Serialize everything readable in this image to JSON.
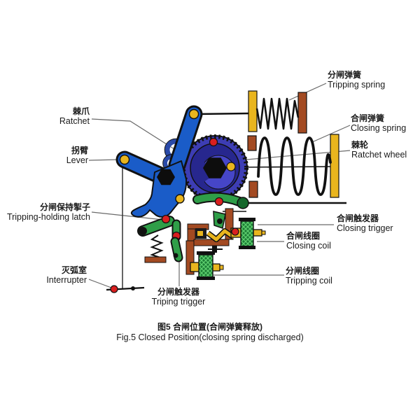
{
  "figure": {
    "caption_zh": "图5 合闸位置(合闸弹簧释放)",
    "caption_en": "Fig.5 Closed Position(closing spring discharged)"
  },
  "labels": {
    "ratchet": {
      "zh": "棘爪",
      "en": "Ratchet"
    },
    "lever": {
      "zh": "拐臂",
      "en": "Lever"
    },
    "tripping_holding_latch": {
      "zh": "分闸保持掣子",
      "en": "Tripping-holding latch"
    },
    "interrupter": {
      "zh": "灭弧室",
      "en": "Interrupter"
    },
    "triping_trigger": {
      "zh": "分闸触发器",
      "en": "Triping trigger"
    },
    "tripping_spring": {
      "zh": "分闸弹簧",
      "en": "Tripping spring"
    },
    "closing_spring": {
      "zh": "合闸弹簧",
      "en": "Closing spring"
    },
    "ratchet_wheel": {
      "zh": "棘轮",
      "en": "Ratchet wheel"
    },
    "closing_trigger": {
      "zh": "合闸触发器",
      "en": "Closing trigger"
    },
    "closing_coil": {
      "zh": "合闸线圈",
      "en": "Closing coil"
    },
    "tripping_coil": {
      "zh": "分闸线圈",
      "en": "Tripping coil"
    }
  },
  "palette": {
    "lever_blue": "#1a5cc8",
    "pawl_blue": "#2a4aa8",
    "gear_blue": "#3d3db4",
    "gear_inner_navy": "#27278e",
    "cam_blue": "#4646c8",
    "latch_green": "#2f9e48",
    "coil_green_dark": "#1c7d35",
    "gold": "#e9b51e",
    "rust_brown": "#a34a22",
    "dot_red": "#d91f1f",
    "outline_black": "#111111",
    "leader_gray": "#6a6a6a"
  }
}
